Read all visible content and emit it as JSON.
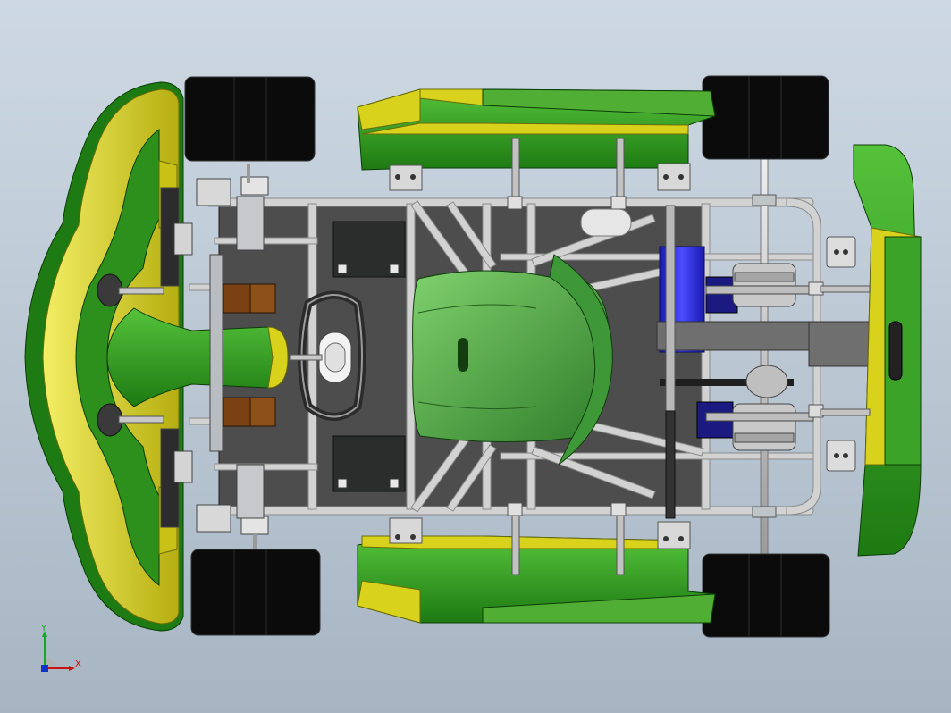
{
  "app": {
    "type": "cad-3d-viewport",
    "view": "top view"
  },
  "model": {
    "colors": {
      "bodywork_dark_green": "#1e7a12",
      "bodywork_light_green": "#3fae2a",
      "bodywork_yellow": "#d9d21c",
      "tyre": "#0b0b0b",
      "frame_tube": "#c9c9c9",
      "floor_pan": "#4d4d4d",
      "seat": "#4fa64a",
      "engine_blue": "#2a2ad8",
      "brown_block": "#7a4212",
      "background_top": "#cdd8e2",
      "background_bottom": "#a7b5c3"
    }
  },
  "triad": {
    "x_label": "X",
    "y_label": "Y",
    "x_color": "#cc1111",
    "y_color": "#11aa22",
    "z_color": "#1133cc"
  }
}
